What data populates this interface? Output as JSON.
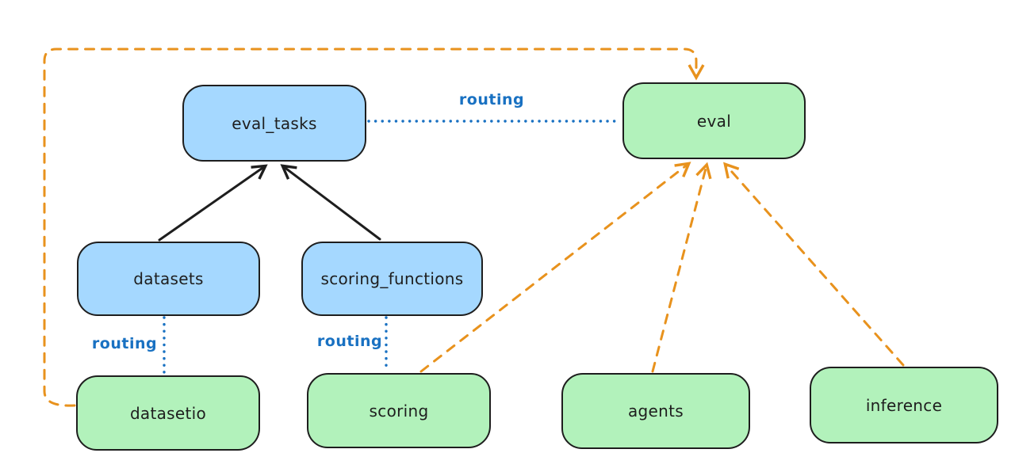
{
  "colors": {
    "background": "#ffffff",
    "api_box_fill": "#a5d8ff",
    "provider_box_fill": "#b2f2bb",
    "box_stroke": "#1e1e1e",
    "label_text": "#1e1e1e",
    "routing_color": "#1971c2",
    "dependency_color": "#e8921d",
    "inheritance_color": "#1e1e1e"
  },
  "nodes": {
    "eval_tasks": "eval_tasks",
    "eval": "eval",
    "datasets": "datasets",
    "scoring_functions": "scoring_functions",
    "datasetio": "datasetio",
    "scoring": "scoring",
    "agents": "agents",
    "inference": "inference"
  },
  "edge_labels": {
    "eval_tasks_eval": "routing",
    "datasets_datasetio": "routing",
    "scoring_functions_scoring": "routing"
  }
}
